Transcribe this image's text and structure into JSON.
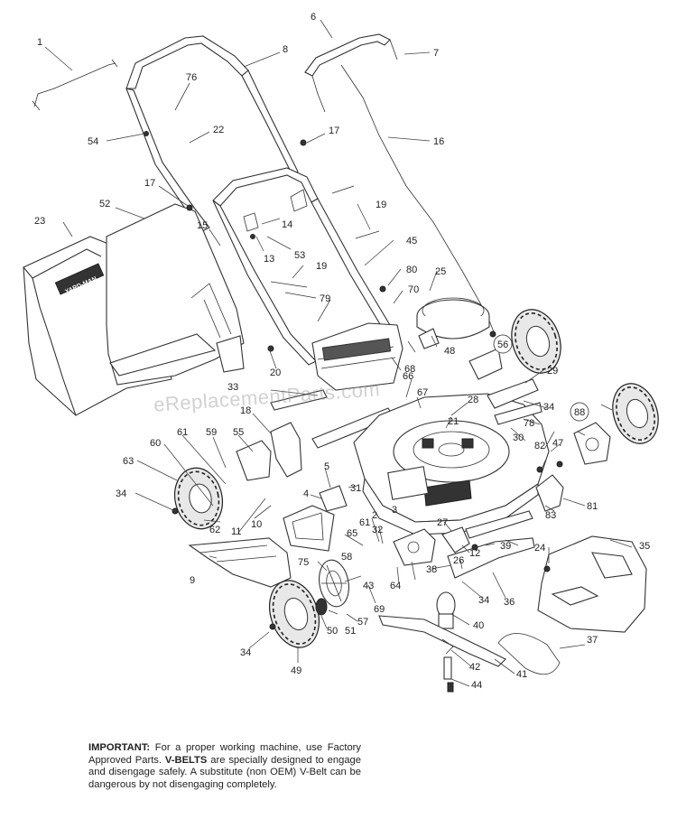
{
  "watermark": "eReplacementParts.com",
  "bag_brand": "YARD-MAN",
  "note": {
    "lead": "IMPORTANT:",
    "part1": " For a proper working machine, use Factory Approved Parts. ",
    "bold": "V-BELTS",
    "part2": " are specially designed to engage and disengage safely. A substitute (non OEM) V-Belt can be dangerous by not disengaging completely."
  },
  "callouts": {
    "c1": "1",
    "c2": "2",
    "c3": "3",
    "c4": "4",
    "c5": "5",
    "c6": "6",
    "c7": "7",
    "c8": "8",
    "c9": "9",
    "c10": "10",
    "c11": "11",
    "c12": "12",
    "c13": "13",
    "c14": "14",
    "c15": "15",
    "c16": "16",
    "c17a": "17",
    "c17b": "17",
    "c18": "18",
    "c19a": "19",
    "c19b": "19",
    "c20": "20",
    "c21": "21",
    "c22": "22",
    "c23": "23",
    "c24": "24",
    "c25": "25",
    "c26": "26",
    "c27": "27",
    "c28": "28",
    "c29": "29",
    "c30": "30",
    "c31": "31",
    "c32": "32",
    "c33": "33",
    "c34a": "34",
    "c34b": "34",
    "c34c": "34",
    "c34d": "34",
    "c35": "35",
    "c36": "36",
    "c37": "37",
    "c38": "38",
    "c39": "39",
    "c40": "40",
    "c41": "41",
    "c42": "42",
    "c43": "43",
    "c44": "44",
    "c45": "45",
    "c47": "47",
    "c48": "48",
    "c49": "49",
    "c50": "50",
    "c51": "51",
    "c52": "52",
    "c53": "53",
    "c54": "54",
    "c55": "55",
    "c56": "56",
    "c57": "57",
    "c58": "58",
    "c59": "59",
    "c60": "60",
    "c61a": "61",
    "c61b": "61",
    "c62": "62",
    "c63": "63",
    "c64": "64",
    "c65": "65",
    "c66": "66",
    "c67": "67",
    "c68": "68",
    "c69": "69",
    "c70": "70",
    "c75": "75",
    "c76": "76",
    "c78": "78",
    "c79": "79",
    "c80": "80",
    "c81": "81",
    "c82": "82",
    "c83": "83",
    "c88": "88"
  }
}
